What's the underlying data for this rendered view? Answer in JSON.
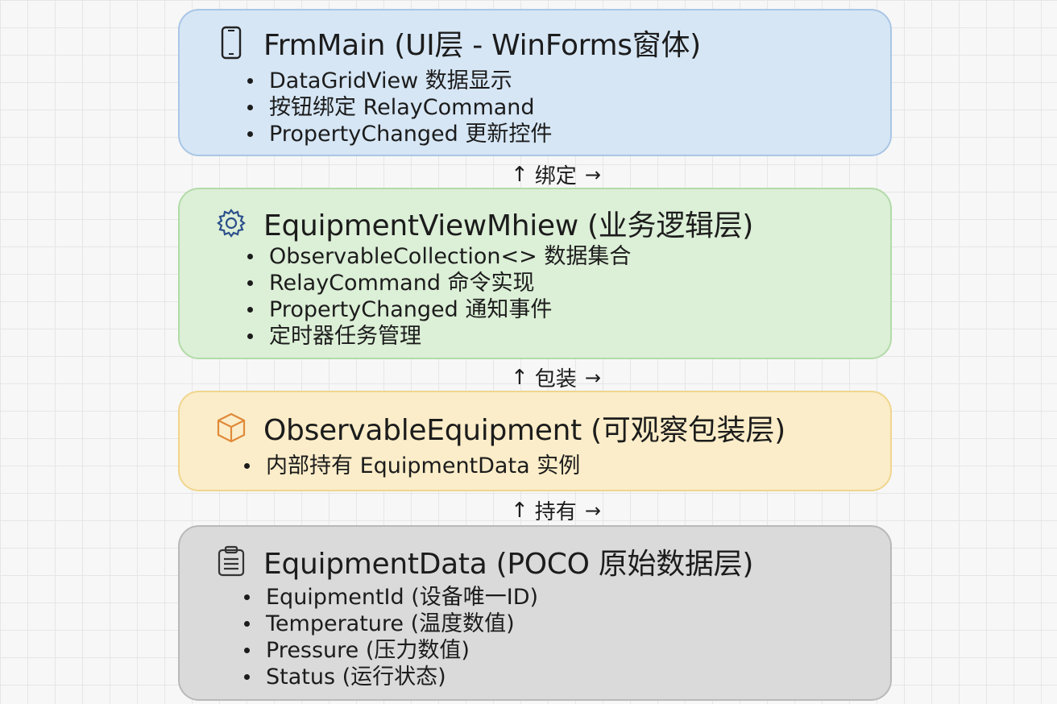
{
  "layers": [
    {
      "title": "FrmMain (UI层 - WinForms窗体)",
      "icon": "mobile-phone-icon",
      "color": "#d6e6f5",
      "items": [
        "DataGridView 数据显示",
        "按钮绑定 RelayCommand",
        "PropertyChanged 更新控件"
      ]
    },
    {
      "title": "EquipmentViewMhiew (业务逻辑层)",
      "icon": "gear-icon",
      "color": "#dcefd7",
      "items": [
        "ObservableCollection<> 数据集合",
        "RelayCommand 命令实现",
        "PropertyChanged 通知事件",
        "定时器任务管理"
      ]
    },
    {
      "title": "ObservableEquipment (可观察包装层)",
      "icon": "box-icon",
      "color": "#fbedc9",
      "items": [
        "内部持有 EquipmentData 实例"
      ]
    },
    {
      "title": "EquipmentData (POCO 原始数据层)",
      "icon": "clipboard-icon",
      "color": "#dadada",
      "items": [
        "EquipmentId (设备唯一ID)",
        "Temperature (温度数值)",
        "Pressure (压力数值)",
        "Status (运行状态)"
      ]
    }
  ],
  "connectors": [
    {
      "up": "↑",
      "label": "绑定",
      "right": "→"
    },
    {
      "up": "↑",
      "label": "包装",
      "right": "→"
    },
    {
      "up": "↑",
      "label": "持有",
      "right": "→"
    }
  ]
}
